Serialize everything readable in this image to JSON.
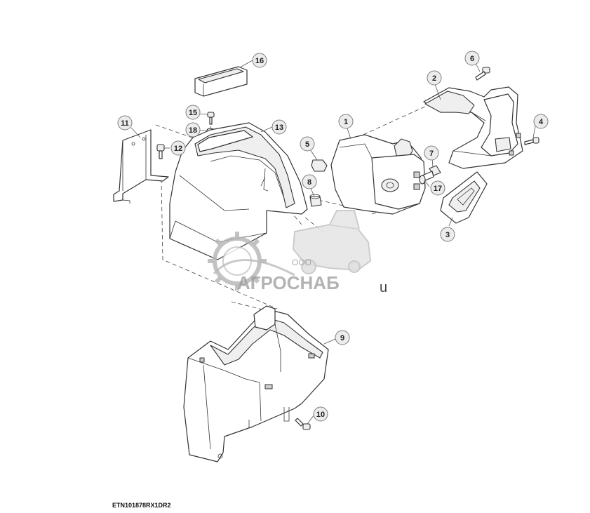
{
  "reference_code": "ETN101878RX1DR2",
  "watermark": {
    "company_prefix": "ООО",
    "company_name": "АГРОСНАБ",
    "domain_suffix": "u"
  },
  "callouts": [
    {
      "id": "c1",
      "label": "1"
    },
    {
      "id": "c2",
      "label": "2"
    },
    {
      "id": "c3",
      "label": "3"
    },
    {
      "id": "c4",
      "label": "4"
    },
    {
      "id": "c5",
      "label": "5"
    },
    {
      "id": "c6",
      "label": "6"
    },
    {
      "id": "c7",
      "label": "7"
    },
    {
      "id": "c8",
      "label": "8"
    },
    {
      "id": "c9",
      "label": "9"
    },
    {
      "id": "c10",
      "label": "10"
    },
    {
      "id": "c11",
      "label": "11"
    },
    {
      "id": "c12",
      "label": "12"
    },
    {
      "id": "c13",
      "label": "13"
    },
    {
      "id": "c15",
      "label": "15"
    },
    {
      "id": "c16",
      "label": "16"
    },
    {
      "id": "c17",
      "label": "17"
    },
    {
      "id": "c18",
      "label": "18"
    }
  ]
}
